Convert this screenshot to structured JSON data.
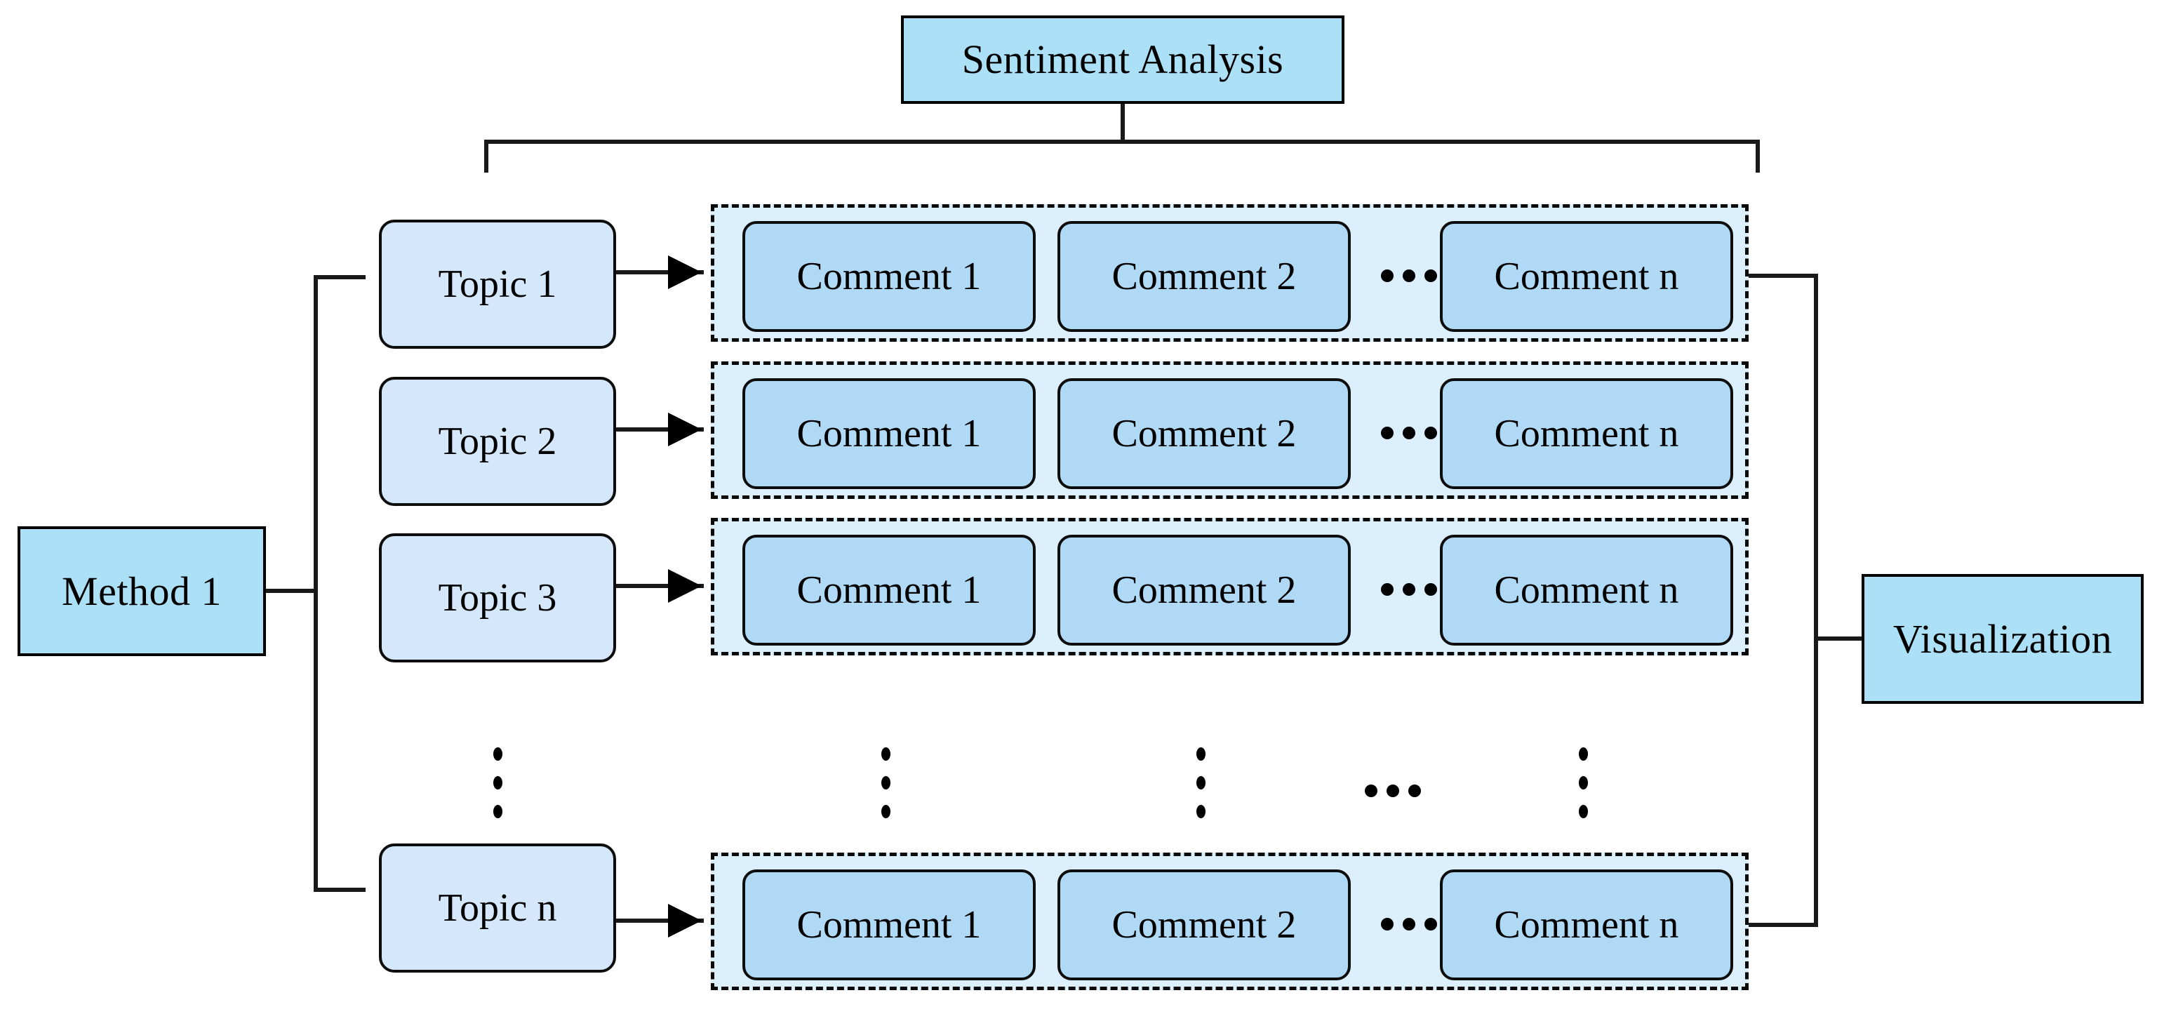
{
  "diagram": {
    "title": "Sentiment Analysis pipeline flowchart",
    "colors": {
      "node_fill": "#ace0f7",
      "topic_fill": "#d5e8fb",
      "comment_fill": "#b0d9f6",
      "group_fill": "#dbeffc",
      "stroke": "#000000",
      "background": "#ffffff"
    },
    "header": {
      "sentiment_analysis": "Sentiment Analysis"
    },
    "input": {
      "method": "Method 1"
    },
    "output": {
      "visualization": "Visualization"
    },
    "topics": [
      {
        "label": "Topic 1"
      },
      {
        "label": "Topic 2"
      },
      {
        "label": "Topic 3"
      },
      {
        "label": "Topic n"
      }
    ],
    "topic_vertical_ellipsis": "⋮",
    "rows": [
      {
        "topic": "Topic 1",
        "comments": [
          "Comment 1",
          "Comment 2",
          "Comment n"
        ],
        "ellipsis": "•••"
      },
      {
        "topic": "Topic 2",
        "comments": [
          "Comment 1",
          "Comment 2",
          "Comment n"
        ],
        "ellipsis": "•••"
      },
      {
        "topic": "Topic 3",
        "comments": [
          "Comment 1",
          "Comment 2",
          "Comment n"
        ],
        "ellipsis": "•••"
      },
      {
        "topic": "Topic n",
        "comments": [
          "Comment 1",
          "Comment 2",
          "Comment n"
        ],
        "ellipsis": "•••"
      }
    ],
    "ellipsis_row": {
      "column_1": "⋮",
      "column_2": "⋮",
      "middle": "•••",
      "column_3": "⋮"
    },
    "edges": [
      {
        "from": "Method 1",
        "to": "Topic 1"
      },
      {
        "from": "Method 1",
        "to": "Topic n"
      },
      {
        "from": "Topic 1",
        "to": "Comment group 1"
      },
      {
        "from": "Topic 2",
        "to": "Comment group 2"
      },
      {
        "from": "Topic 3",
        "to": "Comment group 3"
      },
      {
        "from": "Topic n",
        "to": "Comment group n"
      },
      {
        "from": "Comment group 1",
        "to": "Visualization"
      },
      {
        "from": "Comment group n",
        "to": "Visualization"
      },
      {
        "from": "Sentiment Analysis",
        "to": "Comment groups"
      }
    ]
  }
}
